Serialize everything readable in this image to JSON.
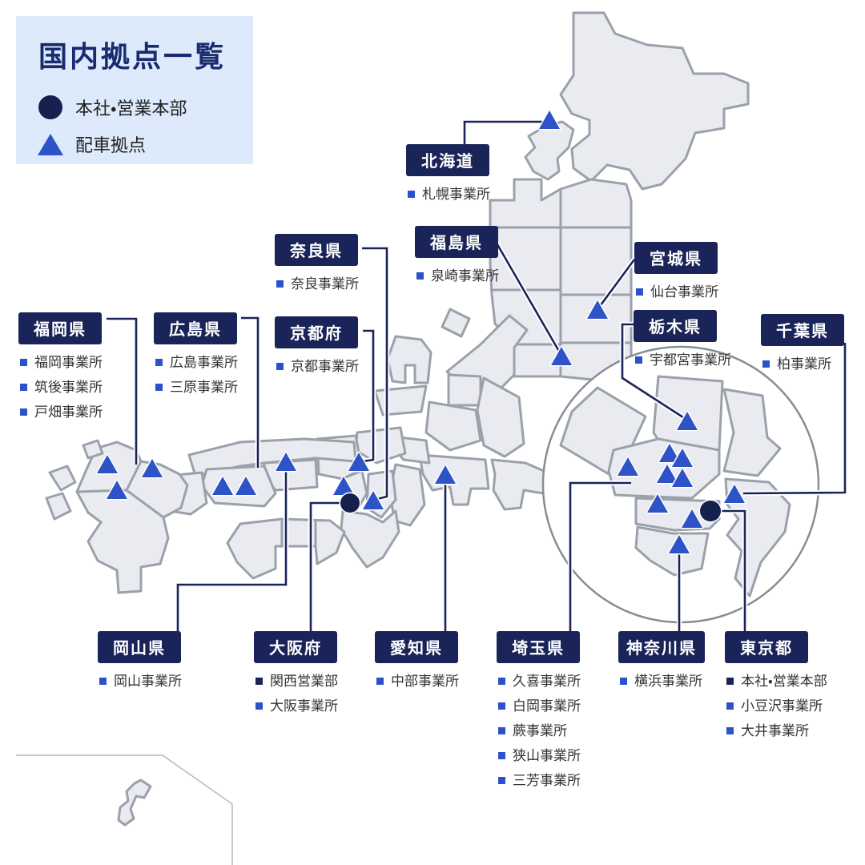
{
  "title": "国内拠点一覧",
  "legend": {
    "items": [
      {
        "type": "hq",
        "icon": "hq-circle-icon",
        "label": "本社・営業本部"
      },
      {
        "type": "branch",
        "icon": "branch-triangle-icon",
        "label": "配車拠点"
      }
    ]
  },
  "colors": {
    "navy": "#1a2458",
    "hq_marker": "#15204d",
    "branch_blue": "#2d53c6",
    "legend_bg": "#ddeafb",
    "map_fill": "#e9ebf1",
    "map_stroke": "#9aa1a9",
    "office_text": "#333333"
  },
  "regions": [
    {
      "id": "hokkaido",
      "name": "北海道",
      "offices": [
        {
          "label": "札幌事業所",
          "type": "branch"
        }
      ]
    },
    {
      "id": "fukushima",
      "name": "福島県",
      "offices": [
        {
          "label": "泉崎事業所",
          "type": "branch"
        }
      ]
    },
    {
      "id": "miyagi",
      "name": "宮城県",
      "offices": [
        {
          "label": "仙台事業所",
          "type": "branch"
        }
      ]
    },
    {
      "id": "nara",
      "name": "奈良県",
      "offices": [
        {
          "label": "奈良事業所",
          "type": "branch"
        }
      ]
    },
    {
      "id": "kyoto",
      "name": "京都府",
      "offices": [
        {
          "label": "京都事業所",
          "type": "branch"
        }
      ]
    },
    {
      "id": "fukuoka",
      "name": "福岡県",
      "offices": [
        {
          "label": "福岡事業所",
          "type": "branch"
        },
        {
          "label": "筑後事業所",
          "type": "branch"
        },
        {
          "label": "戸畑事業所",
          "type": "branch"
        }
      ]
    },
    {
      "id": "hiroshima",
      "name": "広島県",
      "offices": [
        {
          "label": "広島事業所",
          "type": "branch"
        },
        {
          "label": "三原事業所",
          "type": "branch"
        }
      ]
    },
    {
      "id": "tochigi",
      "name": "栃木県",
      "offices": [
        {
          "label": "宇都宮事業所",
          "type": "branch"
        }
      ]
    },
    {
      "id": "chiba",
      "name": "千葉県",
      "offices": [
        {
          "label": "柏事業所",
          "type": "branch"
        }
      ]
    },
    {
      "id": "okayama",
      "name": "岡山県",
      "offices": [
        {
          "label": "岡山事業所",
          "type": "branch"
        }
      ]
    },
    {
      "id": "osaka",
      "name": "大阪府",
      "offices": [
        {
          "label": "関西営業部",
          "type": "hq"
        },
        {
          "label": "大阪事業所",
          "type": "branch"
        }
      ]
    },
    {
      "id": "aichi",
      "name": "愛知県",
      "offices": [
        {
          "label": "中部事業所",
          "type": "branch"
        }
      ]
    },
    {
      "id": "saitama",
      "name": "埼玉県",
      "offices": [
        {
          "label": "久喜事業所",
          "type": "branch"
        },
        {
          "label": "白岡事業所",
          "type": "branch"
        },
        {
          "label": "蕨事業所",
          "type": "branch"
        },
        {
          "label": "狭山事業所",
          "type": "branch"
        },
        {
          "label": "三芳事業所",
          "type": "branch"
        }
      ]
    },
    {
      "id": "kanagawa",
      "name": "神奈川県",
      "offices": [
        {
          "label": "横浜事業所",
          "type": "branch"
        }
      ]
    },
    {
      "id": "tokyo",
      "name": "東京都",
      "offices": [
        {
          "label": "本社・営業本部",
          "type": "hq"
        },
        {
          "label": "小豆沢事業所",
          "type": "branch"
        },
        {
          "label": "大井事業所",
          "type": "branch"
        }
      ]
    }
  ]
}
